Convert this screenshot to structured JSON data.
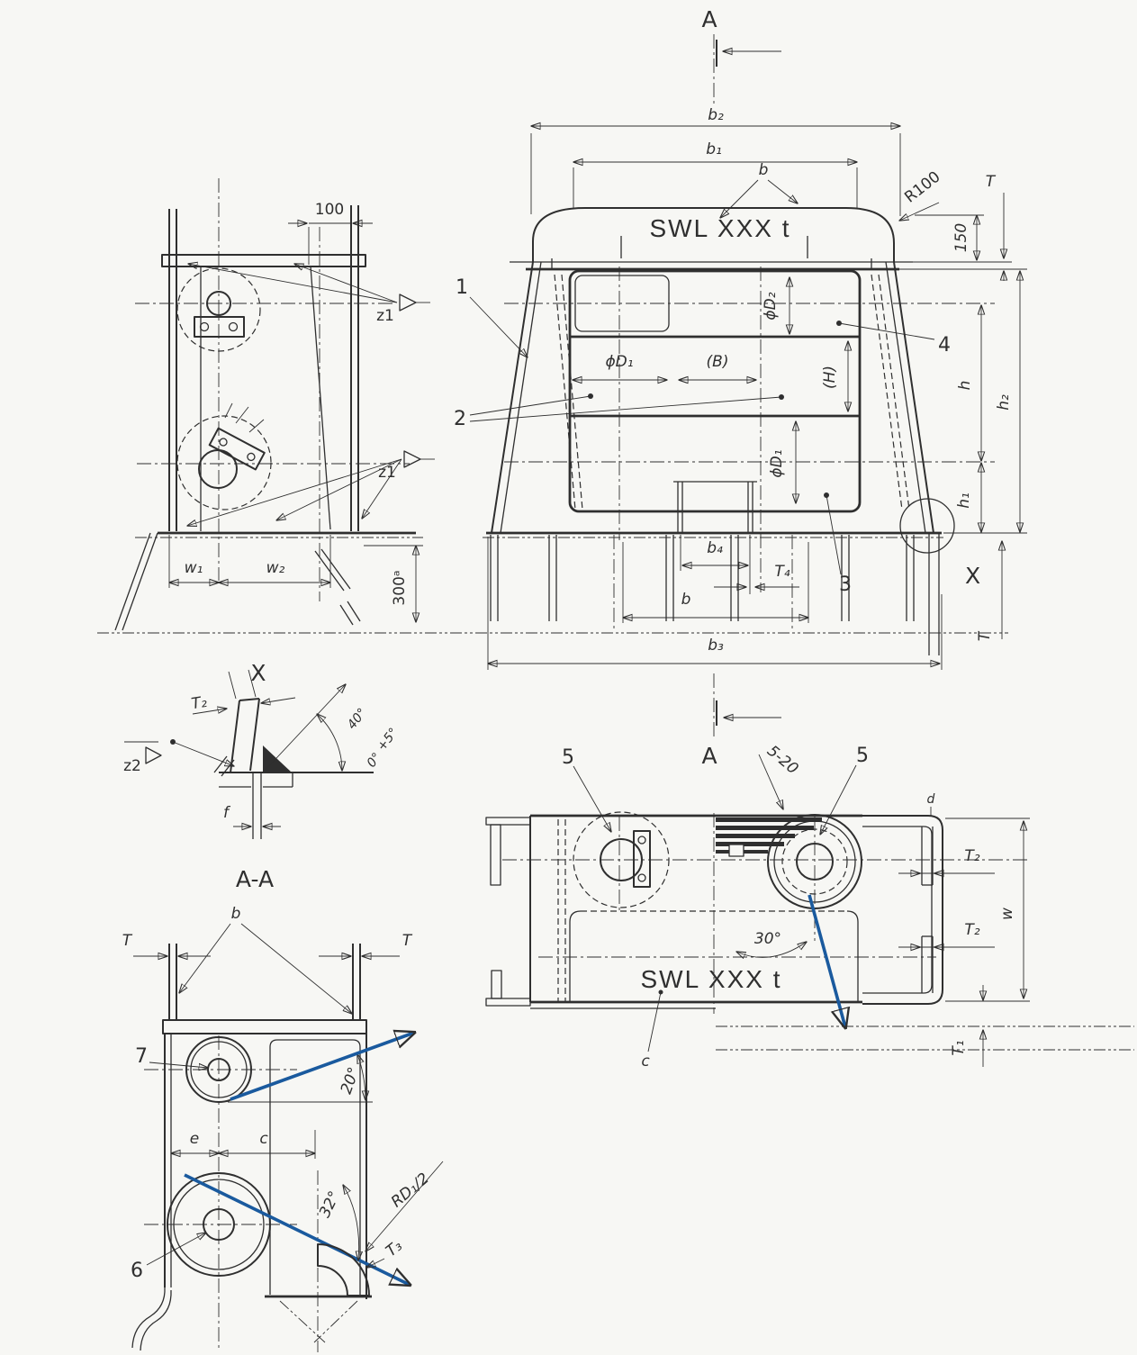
{
  "colors": {
    "line": "#2f2f2f",
    "rope_arrow": "#1a5a9e",
    "background": "#f7f7f4"
  },
  "marking": {
    "swl": "SWL XXX t"
  },
  "section_marks": {
    "a": "A",
    "aa_title": "A-A",
    "x_title": "X",
    "x_ref": "X"
  },
  "part_labels": {
    "n1": "1",
    "n2": "2",
    "n3": "3",
    "n4": "4",
    "n5": "5",
    "n6": "6",
    "n7": "7"
  },
  "weld_marks": {
    "z1": "z1",
    "z2": "z2"
  },
  "front": {
    "b2": "b₂",
    "b1": "b₁",
    "b_plate": "b",
    "r100": "R100",
    "t_plate": "T",
    "n150": "150",
    "phi_d2": "ϕD₂",
    "phi_d1_h": "ϕD₁",
    "b_paren": "(B)",
    "h_paren": "(H)",
    "phi_d1_v": "ϕD₁",
    "h": "h",
    "h1": "h₁",
    "h2": "h₂",
    "b4": "b₄",
    "t4": "T₄",
    "b": "b",
    "b3": "b₃",
    "t_deck": "T"
  },
  "side": {
    "n100": "100",
    "w1": "w₁",
    "w2": "w₂",
    "n300": "300ᵃ"
  },
  "detail_x": {
    "t2": "T₂",
    "angle": "40°",
    "tol_upper": "+5°",
    "tol_lower": "0°",
    "f": "f"
  },
  "section_aa": {
    "b": "b",
    "t_left": "T",
    "t_right": "T",
    "angle20": "20°",
    "e": "e",
    "c": "c",
    "angle32": "32°",
    "rd1_2": "RD₁/2",
    "t3": "T₃"
  },
  "top": {
    "gap": "5-20",
    "d": "d",
    "t2_upper": "T₂",
    "t2_lower": "T₂",
    "w": "w",
    "angle30": "30°",
    "c": "c",
    "t1": "T₁"
  }
}
